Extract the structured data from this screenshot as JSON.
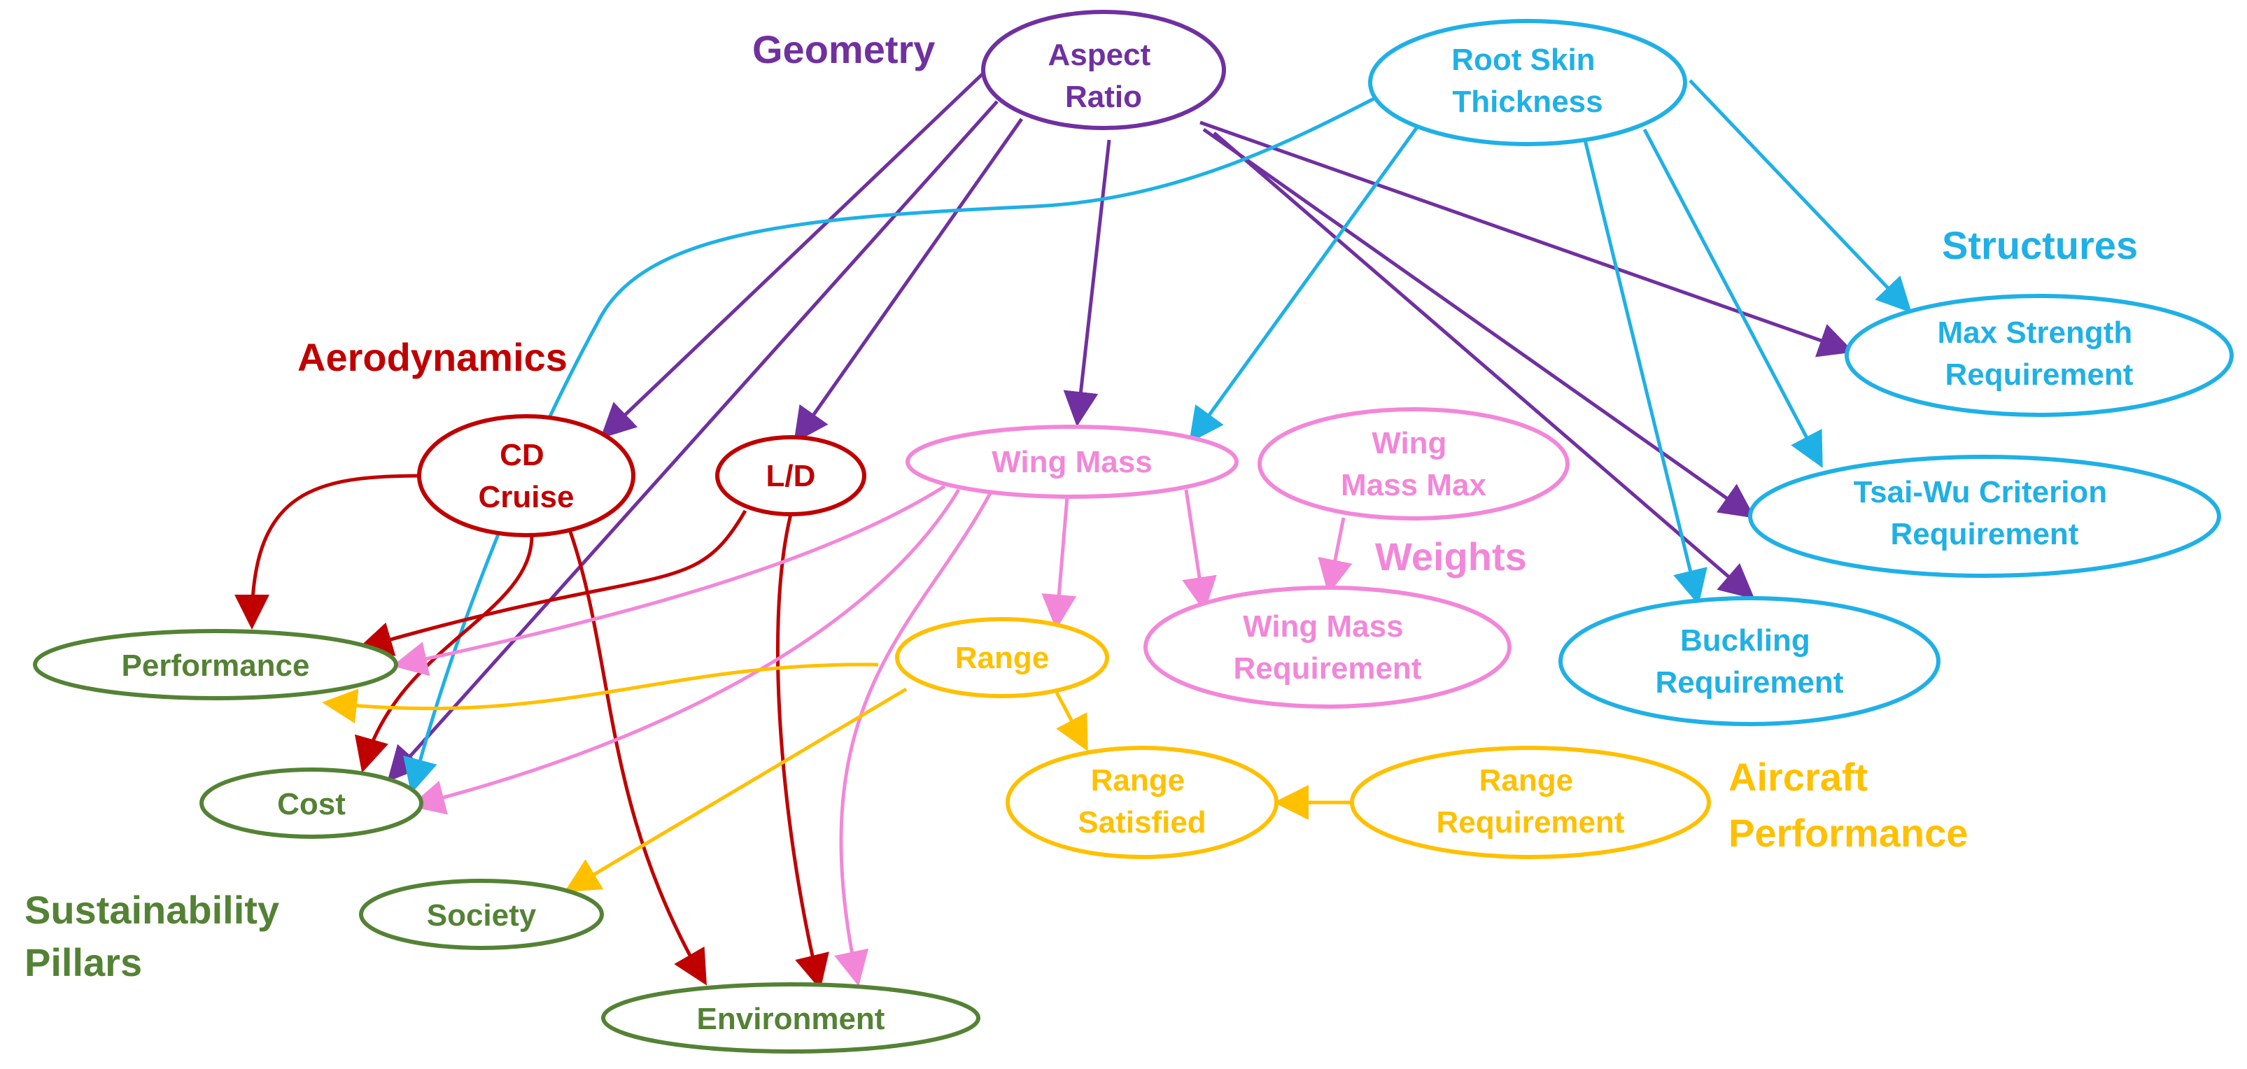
{
  "colors": {
    "geometry": "#7030A0",
    "structures": "#1FB0E6",
    "aerodynamics": "#C00000",
    "weights": "#F287D9",
    "aircraft_performance": "#FFC000",
    "sustainability": "#548235"
  },
  "groups": {
    "geometry": "Geometry",
    "structures": "Structures",
    "aerodynamics": "Aerodynamics",
    "weights": "Weights",
    "aircraft_performance_1": "Aircraft",
    "aircraft_performance_2": "Performance",
    "sustainability_1": "Sustainability",
    "sustainability_2": "Pillars"
  },
  "nodes": {
    "aspect_ratio": [
      "Aspect",
      "Ratio"
    ],
    "root_skin_thickness": [
      "Root Skin",
      "Thickness"
    ],
    "max_strength": [
      "Max Strength",
      "Requirement"
    ],
    "tsai_wu": [
      "Tsai-Wu Criterion",
      "Requirement"
    ],
    "buckling": [
      "Buckling",
      "Requirement"
    ],
    "cd_cruise": [
      "CD",
      "Cruise"
    ],
    "l_d": [
      "L/D"
    ],
    "wing_mass": [
      "Wing Mass"
    ],
    "wing_mass_max": [
      "Wing",
      "Mass Max"
    ],
    "wing_mass_req": [
      "Wing Mass",
      "Requirement"
    ],
    "range": [
      "Range"
    ],
    "range_satisfied": [
      "Range",
      "Satisfied"
    ],
    "range_requirement": [
      "Range",
      "Requirement"
    ],
    "performance": [
      "Performance"
    ],
    "cost": [
      "Cost"
    ],
    "society": [
      "Society"
    ],
    "environment": [
      "Environment"
    ]
  }
}
